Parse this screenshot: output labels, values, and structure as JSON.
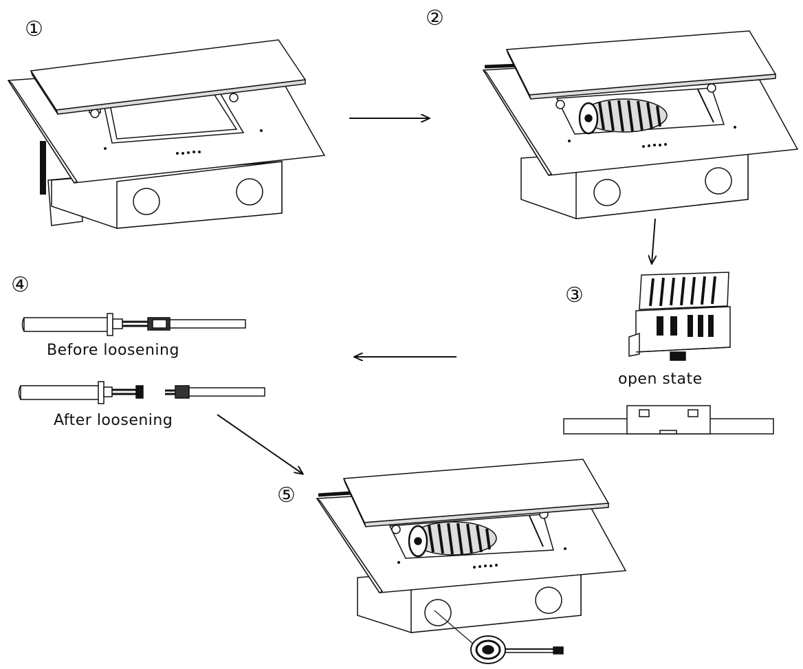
{
  "steps": {
    "s1": "①",
    "s2": "②",
    "s3": "③",
    "s4": "④",
    "s5": "⑤"
  },
  "captions": {
    "open_state": "open state",
    "before": "Before loosening",
    "after": "After loosening"
  },
  "colors": {
    "ink": "#111111",
    "panel": "#ffffff",
    "fan": "#1a1a1a"
  },
  "icons": [
    "arrow-right-icon",
    "arrow-down-icon",
    "arrow-left-icon",
    "arrow-diagonal-icon",
    "fan-wheel-icon",
    "filter-clip-icon",
    "screw-knob-icon"
  ]
}
